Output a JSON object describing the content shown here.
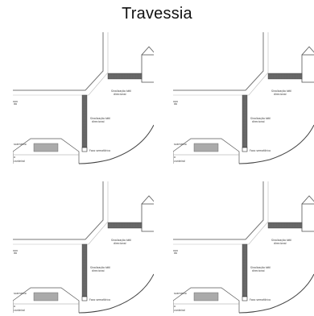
{
  "title": "Travessia",
  "panels": [
    {
      "labels": {
        "tactile_top": [
          "Sinalização tátil",
          "direcional"
        ],
        "tactile_mid": [
          "Sinalização tátil",
          "direcional"
        ],
        "signal_focus": "Foco semafórico",
        "left_top": "da",
        "left_mid": "scamento",
        "left_bottom": [
          "a",
          "canteiral"
        ]
      }
    },
    {
      "labels": {
        "tactile_top": [
          "Sinalização tátil",
          "direcional"
        ],
        "tactile_mid": [
          "Sinalização tátil",
          "direcional"
        ],
        "signal_focus": "Foco semafórico",
        "left_top": "da",
        "left_mid": "scamento",
        "left_bottom": [
          "a",
          "canteiral"
        ]
      }
    },
    {
      "labels": {
        "tactile_top": [
          "Sinalização tátil",
          "direcional"
        ],
        "tactile_mid": [
          "Sinalização tátil",
          "direcional"
        ],
        "signal_focus": "Foco semafórico",
        "left_top": "da",
        "left_mid": "scamento",
        "left_bottom": [
          "a",
          "canteiral"
        ]
      }
    },
    {
      "labels": {
        "tactile_top": [
          "Sinalização tátil",
          "direcional"
        ],
        "tactile_mid": [
          "Sinalização tátil",
          "direcional"
        ],
        "signal_focus": "Foco semafórico",
        "left_top": "da",
        "left_mid": "scamento",
        "left_bottom": [
          "a",
          "canteiral"
        ]
      }
    }
  ]
}
